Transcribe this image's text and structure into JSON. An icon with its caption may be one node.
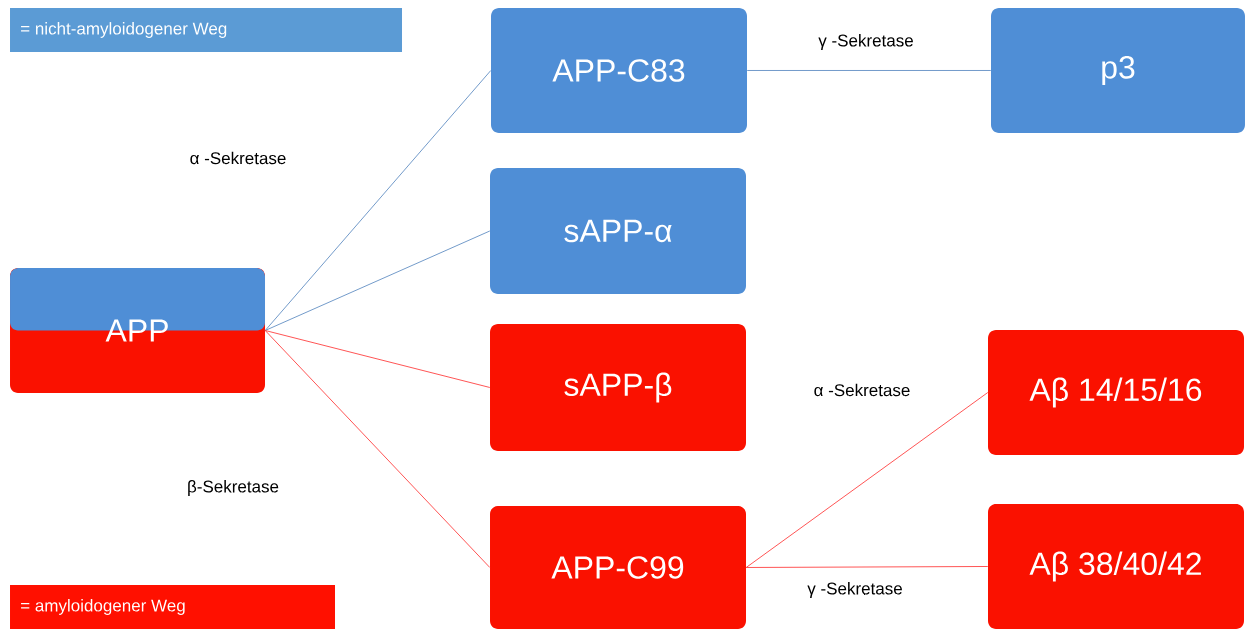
{
  "diagram": {
    "nodes": [
      {
        "text": [
          "APP"
        ]
      },
      {
        "text": [
          "APP-C83"
        ]
      },
      {
        "text": [
          "sAPP-α"
        ]
      },
      {
        "text": [
          "sAPP-β"
        ]
      },
      {
        "text": [
          "APP-C99"
        ]
      },
      {
        "text": [
          "p3"
        ]
      },
      {
        "text": [
          "Aβ 14/15/16"
        ]
      },
      {
        "text": [
          "Aβ 38/40/42"
        ]
      }
    ],
    "edges": [
      {
        "from": 0,
        "to": 1,
        "arrow": "none",
        "color": "#4f81bd"
      },
      {
        "from": 0,
        "to": 2,
        "arrow": "none",
        "color": "#4f81bd"
      },
      {
        "from": 0,
        "to": 3,
        "arrow": "none"
      },
      {
        "from": 0,
        "to": 4,
        "arrow": "none"
      },
      {
        "from": 1,
        "to": 5,
        "arrow": "none",
        "label": "γ -Sekretase",
        "color": "#4f81bd"
      },
      {
        "from": 4,
        "to": 6,
        "arrow": "none",
        "label": "α -Sekretase"
      },
      {
        "from": 4,
        "to": 7,
        "arrow": "none",
        "label": "γ -Sekretase"
      }
    ],
    "labels": [
      "α -Sekretase",
      "β-Sekretase"
    ],
    "legend": [
      {
        "text": "= nicht-amyloidogener Weg",
        "color": "#5b9bd5"
      },
      {
        "text": "= amyloidogener Weg",
        "color": "#ff1000"
      }
    ]
  }
}
